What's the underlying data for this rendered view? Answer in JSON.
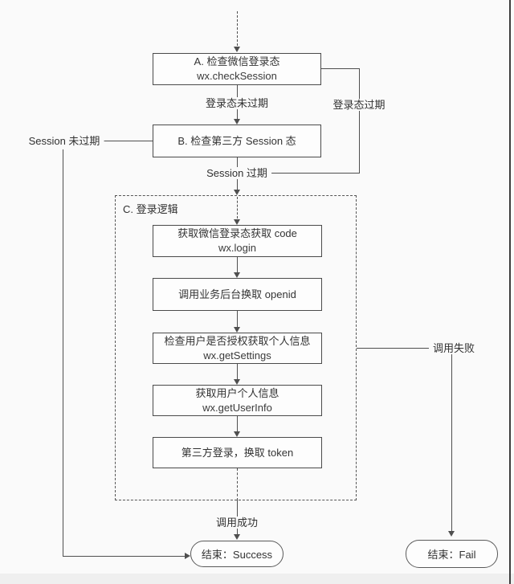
{
  "colors": {
    "line": "#4f4f4f",
    "box_border": "#4a4a4a",
    "box_bg": "#fdfdfd",
    "page_bg": "#fafafa",
    "text": "#333333"
  },
  "nodes": {
    "check_wechat": {
      "title": "A. 检查微信登录态",
      "api": "wx.checkSession"
    },
    "check_third": {
      "title": "B. 检查第三方 Session 态"
    },
    "login_logic_label": "C. 登录逻辑",
    "wx_login": {
      "title": "获取微信登录态获取 code",
      "api": "wx.login"
    },
    "get_openid": {
      "title": "调用业务后台换取 openid"
    },
    "get_settings": {
      "title": "检查用户是否授权获取个人信息",
      "api": "wx.getSettings"
    },
    "get_userinfo": {
      "title": "获取用户个人信息",
      "api": "wx.getUserInfo"
    },
    "third_login": {
      "title": "第三方登录，换取 token"
    },
    "end_success": {
      "title": "结束：Success"
    },
    "end_fail": {
      "title": "结束：Fail"
    }
  },
  "edges": {
    "login_not_expired": "登录态未过期",
    "login_expired": "登录态过期",
    "session_not_expired": "Session 未过期",
    "session_expired": "Session 过期",
    "call_success": "调用成功",
    "call_fail": "调用失败"
  }
}
